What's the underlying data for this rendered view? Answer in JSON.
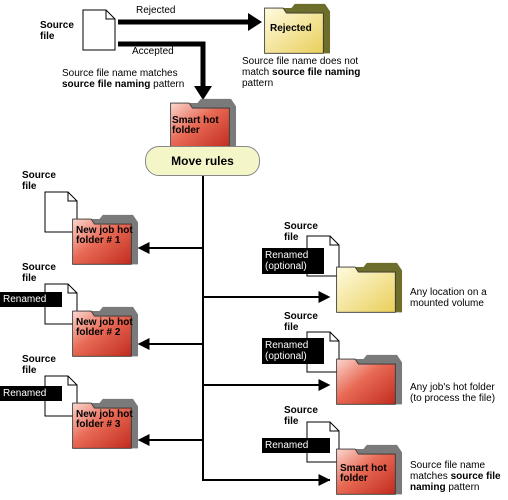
{
  "top": {
    "source_file": "Source file",
    "rejected_arrow": "Rejected",
    "accepted_arrow": "Accepted",
    "rejected_folder": "Rejected",
    "rejected_note_plain1": "Source file name does not match ",
    "rejected_note_bold1": "source file naming",
    "rejected_note_plain2": " pattern",
    "accepted_note_plain1": "Source file name matches ",
    "accepted_note_bold1": "source file naming",
    "accepted_note_plain2": " pattern"
  },
  "smart_folder": "Smart hot folder",
  "move_rules": "Move rules",
  "left": [
    {
      "source": "Source file",
      "renamed": "",
      "folder": "New job hot folder # 1"
    },
    {
      "source": "Source file",
      "renamed": "Renamed",
      "folder": "New job hot folder # 2"
    },
    {
      "source": "Source file",
      "renamed": "Renamed",
      "folder": "New job hot folder # 3"
    }
  ],
  "right": [
    {
      "source": "Source file",
      "renamed": "Renamed (optional)",
      "caption": "Any location on a mounted volume"
    },
    {
      "source": "Source file",
      "renamed": "Renamed (optional)",
      "caption": "Any job's hot folder (to process the file)"
    },
    {
      "source": "Source file",
      "renamed": "Renamed",
      "folder": "Smart hot folder",
      "caption_plain1": "Source file name matches ",
      "caption_bold1": "source file naming",
      "caption_plain2": " pattern"
    }
  ],
  "colors": {
    "red_folder": "#e0493a",
    "yellow_folder": "#f2e07a",
    "move_rules_fill": "#f4f6c8"
  }
}
